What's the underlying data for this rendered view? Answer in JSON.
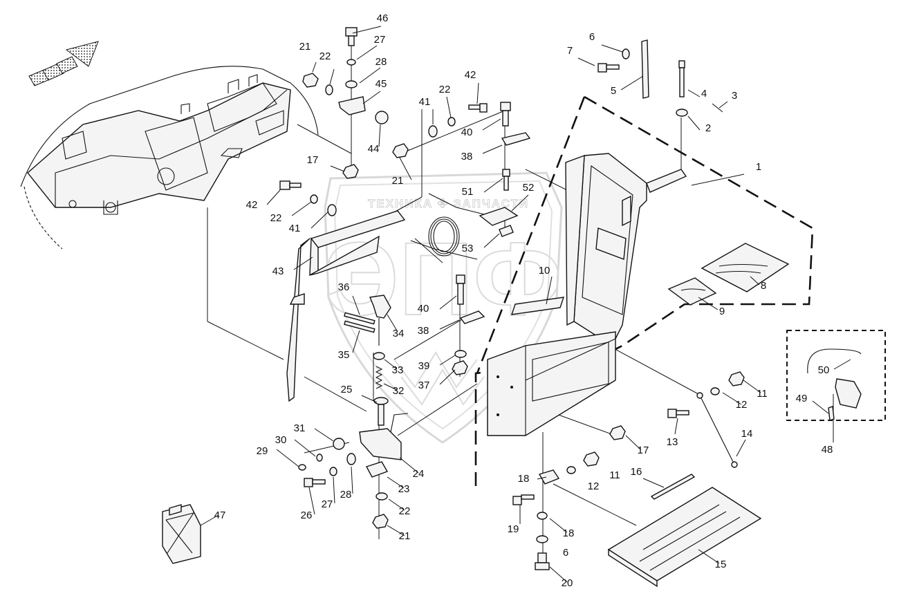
{
  "watermark": {
    "text": "ТЕХНИКА ✤ ЗАПЧАСТИ",
    "logo": "ЭПФ"
  },
  "callouts": [
    {
      "id": "c1",
      "label": "1"
    },
    {
      "id": "c2",
      "label": "2"
    },
    {
      "id": "c3",
      "label": "3"
    },
    {
      "id": "c4",
      "label": "4"
    },
    {
      "id": "c5",
      "label": "5"
    },
    {
      "id": "c6a",
      "label": "6"
    },
    {
      "id": "c6b",
      "label": "6"
    },
    {
      "id": "c7",
      "label": "7"
    },
    {
      "id": "c8",
      "label": "8"
    },
    {
      "id": "c9",
      "label": "9"
    },
    {
      "id": "c10",
      "label": "10"
    },
    {
      "id": "c11a",
      "label": "11"
    },
    {
      "id": "c11b",
      "label": "11"
    },
    {
      "id": "c12a",
      "label": "12"
    },
    {
      "id": "c12b",
      "label": "12"
    },
    {
      "id": "c13",
      "label": "13"
    },
    {
      "id": "c14",
      "label": "14"
    },
    {
      "id": "c15",
      "label": "15"
    },
    {
      "id": "c16",
      "label": "16"
    },
    {
      "id": "c17a",
      "label": "17"
    },
    {
      "id": "c17b",
      "label": "17"
    },
    {
      "id": "c18a",
      "label": "18"
    },
    {
      "id": "c18b",
      "label": "18"
    },
    {
      "id": "c19",
      "label": "19"
    },
    {
      "id": "c20",
      "label": "20"
    },
    {
      "id": "c21a",
      "label": "21"
    },
    {
      "id": "c21b",
      "label": "21"
    },
    {
      "id": "c21c",
      "label": "21"
    },
    {
      "id": "c22a",
      "label": "22"
    },
    {
      "id": "c22b",
      "label": "22"
    },
    {
      "id": "c22c",
      "label": "22"
    },
    {
      "id": "c22d",
      "label": "22"
    },
    {
      "id": "c23",
      "label": "23"
    },
    {
      "id": "c24",
      "label": "24"
    },
    {
      "id": "c25",
      "label": "25"
    },
    {
      "id": "c26",
      "label": "26"
    },
    {
      "id": "c27a",
      "label": "27"
    },
    {
      "id": "c27b",
      "label": "27"
    },
    {
      "id": "c28a",
      "label": "28"
    },
    {
      "id": "c28b",
      "label": "28"
    },
    {
      "id": "c29",
      "label": "29"
    },
    {
      "id": "c30",
      "label": "30"
    },
    {
      "id": "c31",
      "label": "31"
    },
    {
      "id": "c32",
      "label": "32"
    },
    {
      "id": "c33",
      "label": "33"
    },
    {
      "id": "c34",
      "label": "34"
    },
    {
      "id": "c35",
      "label": "35"
    },
    {
      "id": "c36",
      "label": "36"
    },
    {
      "id": "c37",
      "label": "37"
    },
    {
      "id": "c38a",
      "label": "38"
    },
    {
      "id": "c38b",
      "label": "38"
    },
    {
      "id": "c39",
      "label": "39"
    },
    {
      "id": "c40a",
      "label": "40"
    },
    {
      "id": "c40b",
      "label": "40"
    },
    {
      "id": "c41a",
      "label": "41"
    },
    {
      "id": "c41b",
      "label": "41"
    },
    {
      "id": "c42a",
      "label": "42"
    },
    {
      "id": "c42b",
      "label": "42"
    },
    {
      "id": "c43",
      "label": "43"
    },
    {
      "id": "c44",
      "label": "44"
    },
    {
      "id": "c45",
      "label": "45"
    },
    {
      "id": "c46",
      "label": "46"
    },
    {
      "id": "c47",
      "label": "47"
    },
    {
      "id": "c48",
      "label": "48"
    },
    {
      "id": "c49",
      "label": "49"
    },
    {
      "id": "c50",
      "label": "50"
    },
    {
      "id": "c51",
      "label": "51"
    },
    {
      "id": "c52",
      "label": "52"
    },
    {
      "id": "c53",
      "label": "53"
    }
  ]
}
